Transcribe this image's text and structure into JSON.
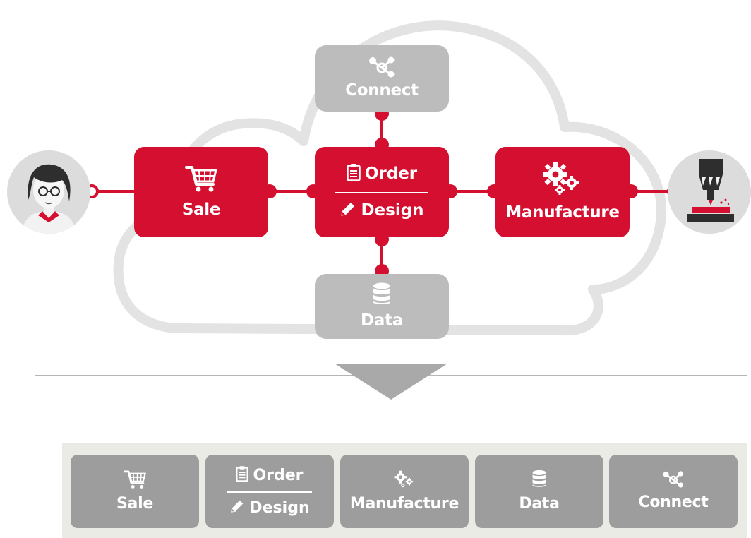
{
  "colors": {
    "accent": "#d40f2f",
    "gray_box": "#bcbcbc",
    "tile": "#9d9d9d",
    "cloud_outline": "#e3e3e3",
    "strip": "#ebebe6"
  },
  "diagram": {
    "user": {
      "icon": "person-avatar-icon"
    },
    "machine": {
      "icon": "cnc-milling-machine-icon"
    },
    "sale": {
      "label": "Sale",
      "icon": "shopping-cart-icon"
    },
    "order_design": {
      "order_label": "Order",
      "order_icon": "clipboard-icon",
      "design_label": "Design",
      "design_icon": "pencil-icon"
    },
    "manufacture": {
      "label": "Manufacture",
      "icon": "gears-icon"
    },
    "connect": {
      "label": "Connect",
      "icon": "share-nodes-icon"
    },
    "data": {
      "label": "Data",
      "icon": "database-icon"
    }
  },
  "bottom_bar": {
    "tiles": [
      {
        "label": "Sale",
        "icon": "shopping-cart-icon"
      },
      {
        "label_top": "Order",
        "label_bottom": "Design",
        "icon_top": "clipboard-icon",
        "icon_bottom": "pencil-icon"
      },
      {
        "label": "Manufacture",
        "icon": "gears-icon"
      },
      {
        "label": "Data",
        "icon": "database-icon"
      },
      {
        "label": "Connect",
        "icon": "share-nodes-icon"
      }
    ]
  }
}
